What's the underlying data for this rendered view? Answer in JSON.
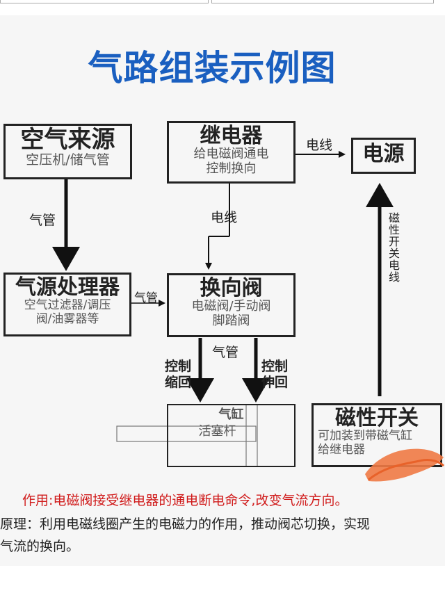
{
  "title": "气路组装示例图",
  "boxes": {
    "air_source": {
      "title": "空气来源",
      "sub": "空压机/储气管"
    },
    "relay": {
      "title": "继电器",
      "sub1": "给电磁阀通电",
      "sub2": "控制换向"
    },
    "power": {
      "title": "电源"
    },
    "treatment": {
      "title": "气源处理器",
      "sub1": "空气过滤器/调压",
      "sub2": "阀/油雾器等"
    },
    "valve": {
      "title": "换向阀",
      "sub1": "电磁阀/手动阀",
      "sub2": "脚踏阀"
    },
    "cylinder": {
      "title": "气缸",
      "rod": "活塞杆"
    },
    "switch": {
      "title": "磁性开关",
      "sub1": "可加装到带磁气缸",
      "sub2": "给继电器"
    }
  },
  "labels": {
    "pipe1": "气管",
    "pipe2": "气管",
    "pipe3": "气管",
    "wire1": "电线",
    "wire2": "电线",
    "switch_wire": "磁性开关电线",
    "retract": [
      "控制",
      "缩回"
    ],
    "extend": [
      "控制",
      "伸回"
    ]
  },
  "effect": "作用:电磁阀接受继电器的通电断电命令,改变气流方向。",
  "principle": [
    "原理：利用电磁线圈产生的电磁力的作用，推动阀芯切换，实现",
    "气流的换向。"
  ],
  "colors": {
    "title": "#1a5fc0",
    "effect": "#d01a1a",
    "scribble": "#f07a45"
  }
}
